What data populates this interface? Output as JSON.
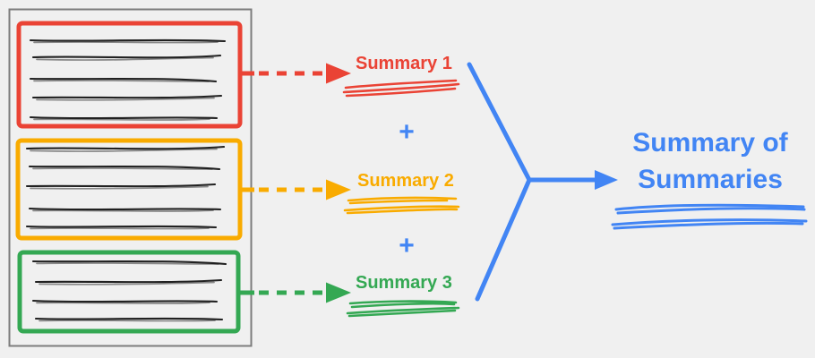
{
  "palette": {
    "red": "#EA4335",
    "orange": "#F9AB00",
    "green": "#34A853",
    "blue": "#4285F4",
    "ink": "#212121",
    "frame": "#7D7D7D",
    "background": "#F0F0F0"
  },
  "document": {
    "sections": [
      {
        "name": "passage-1",
        "color": "red",
        "text_lines": 5
      },
      {
        "name": "passage-2",
        "color": "orange",
        "text_lines": 5
      },
      {
        "name": "passage-3",
        "color": "green",
        "text_lines": 4
      }
    ]
  },
  "summaries": [
    {
      "label": "Summary 1",
      "color": "red"
    },
    {
      "label": "Summary 2",
      "color": "orange"
    },
    {
      "label": "Summary 3",
      "color": "green"
    }
  ],
  "plus_signs": [
    "+",
    "+"
  ],
  "result": {
    "line1": "Summary of",
    "line2": "Summaries",
    "color": "blue"
  },
  "icons": [
    "dashed-arrow-icon",
    "merge-arrow-icon",
    "scribble-text-lines",
    "scribble-underline"
  ]
}
